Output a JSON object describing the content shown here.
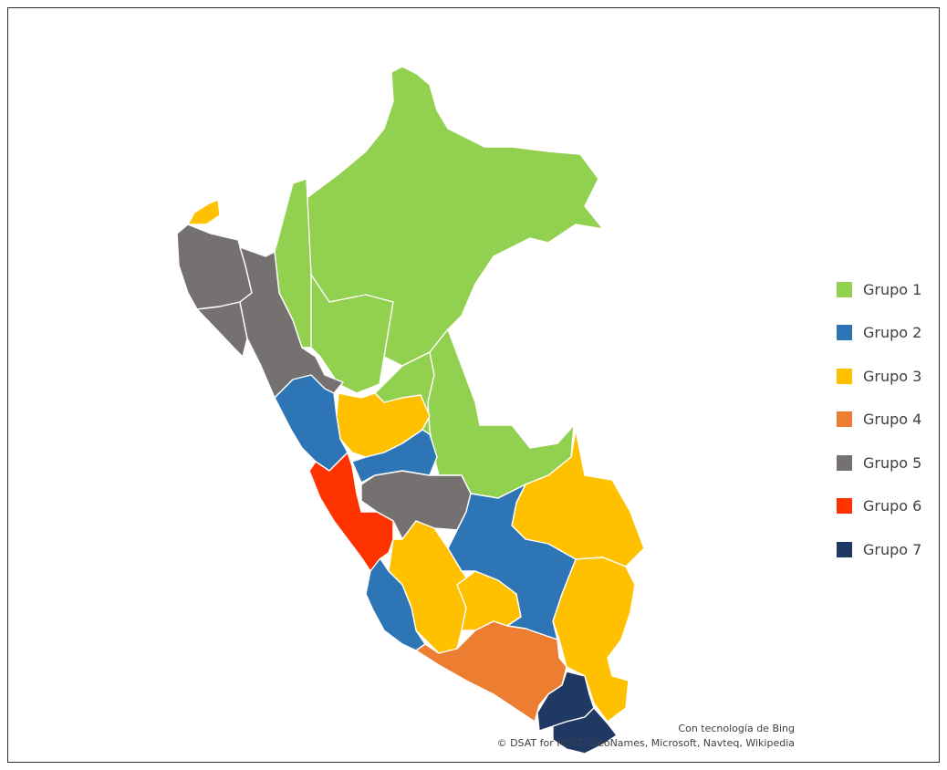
{
  "map": {
    "groups": [
      {
        "id": "g1",
        "label": "Grupo 1",
        "color": "#92d050"
      },
      {
        "id": "g2",
        "label": "Grupo 2",
        "color": "#2e75b6"
      },
      {
        "id": "g3",
        "label": "Grupo 3",
        "color": "#ffc000"
      },
      {
        "id": "g4",
        "label": "Grupo 4",
        "color": "#ed7d31"
      },
      {
        "id": "g5",
        "label": "Grupo 5",
        "color": "#767171"
      },
      {
        "id": "g6",
        "label": "Grupo 6",
        "color": "#ff3300"
      },
      {
        "id": "g7",
        "label": "Grupo 7",
        "color": "#203864"
      }
    ]
  },
  "attribution": {
    "line1": "Con tecnología de Bing",
    "line2": "© DSAT for MSFT, GeoNames, Microsoft, Navteq, Wikipedia"
  }
}
